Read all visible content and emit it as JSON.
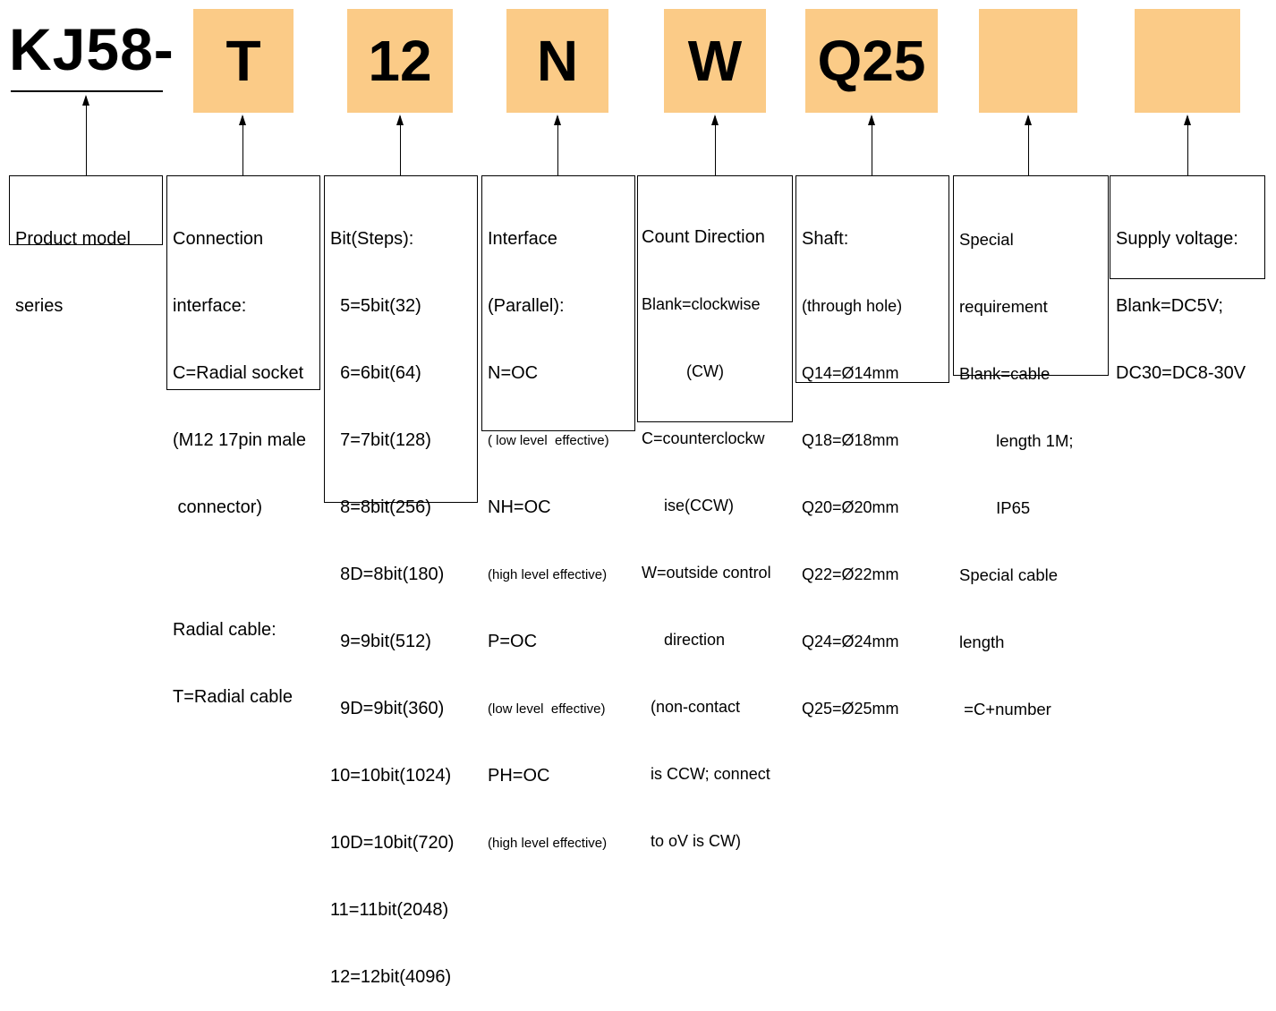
{
  "model": {
    "prefix": "KJ58-"
  },
  "codes": [
    "T",
    "12",
    "N",
    "W",
    "Q25",
    "",
    ""
  ],
  "boxes": {
    "series": {
      "lines": [
        "Product model",
        "series"
      ]
    },
    "connection": {
      "lines": [
        "Connection",
        "interface:",
        "C=Radial socket",
        "(M12 17pin male",
        " connector)",
        "Radial cable:",
        "T=Radial cable"
      ]
    },
    "bits": {
      "lines": [
        "Bit(Steps):",
        "  5=5bit(32)",
        "  6=6bit(64)",
        "  7=7bit(128)",
        "  8=8bit(256)",
        "  8D=8bit(180)",
        "  9=9bit(512)",
        "  9D=9bit(360)",
        "10=10bit(1024)",
        "10D=10bit(720)",
        "11=11bit(2048)",
        "12=12bit(4096)"
      ]
    },
    "interface": {
      "lines": [
        "Interface",
        "(Parallel):",
        "N=OC",
        "( low level  effective)",
        "NH=OC",
        "(high level effective)",
        "P=OC",
        "(low level  effective)",
        "PH=OC",
        "(high level effective)"
      ]
    },
    "direction": {
      "lines": [
        "Count Direction",
        "Blank=clockwise",
        "          (CW)",
        "C=counterclockw",
        "     ise(CCW)",
        "W=outside control",
        "     direction",
        "  (non-contact",
        "  is CCW; connect",
        "  to oV is CW)"
      ]
    },
    "shaft": {
      "lines": [
        "Shaft:",
        "(through hole)",
        "Q14=Ø14mm",
        "Q18=Ø18mm",
        "Q20=Ø20mm",
        "Q22=Ø22mm",
        "Q24=Ø24mm",
        "Q25=Ø25mm"
      ]
    },
    "special": {
      "lines": [
        "Special",
        "requirement",
        "Blank=cable",
        "        length 1M;",
        "        IP65",
        "Special cable",
        "length",
        " =C+number"
      ]
    },
    "voltage": {
      "lines": [
        "Supply voltage:",
        "Blank=DC5V;",
        "DC30=DC8-30V"
      ]
    }
  },
  "colors": {
    "code_box_fill": "#fbcb87",
    "border": "#000000"
  }
}
